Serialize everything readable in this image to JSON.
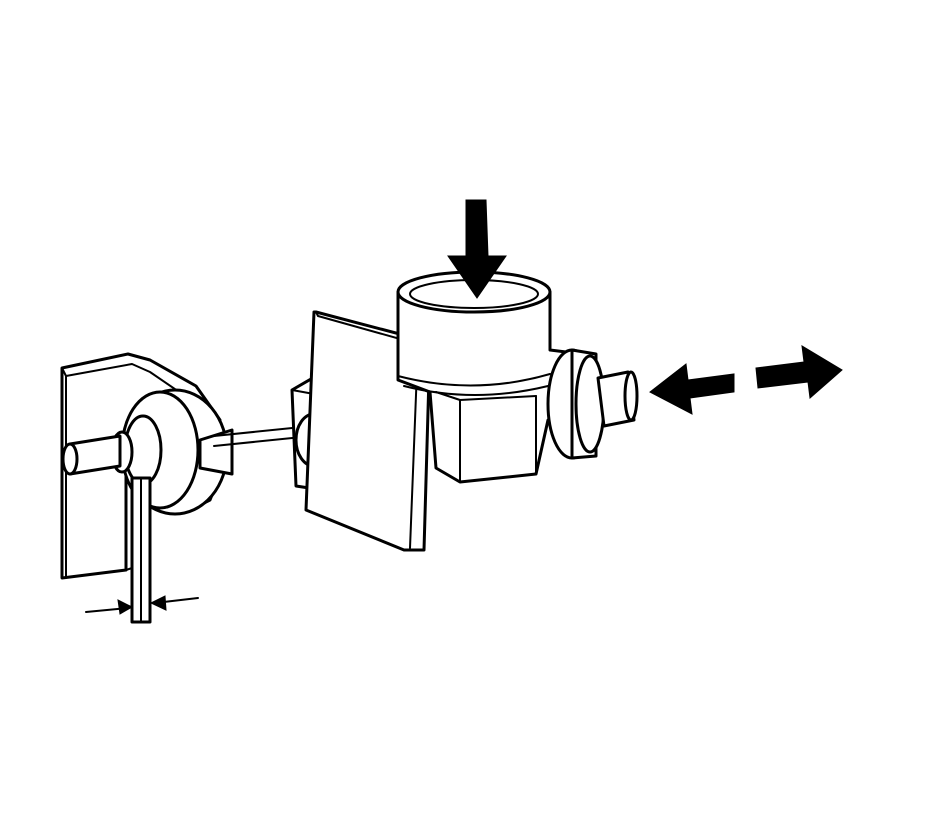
{
  "diagram": {
    "colors": {
      "ink": "#000000",
      "paper": "#ffffff"
    },
    "parts": [
      "bracket",
      "adjuster-sleeve",
      "plunger-shaft",
      "sensor-switch",
      "mounting-plate",
      "switch-body",
      "adjuster-rod"
    ],
    "arrows": [
      "press-down-arrow",
      "push-pull-arrow",
      "gap-measure-arrows"
    ]
  }
}
